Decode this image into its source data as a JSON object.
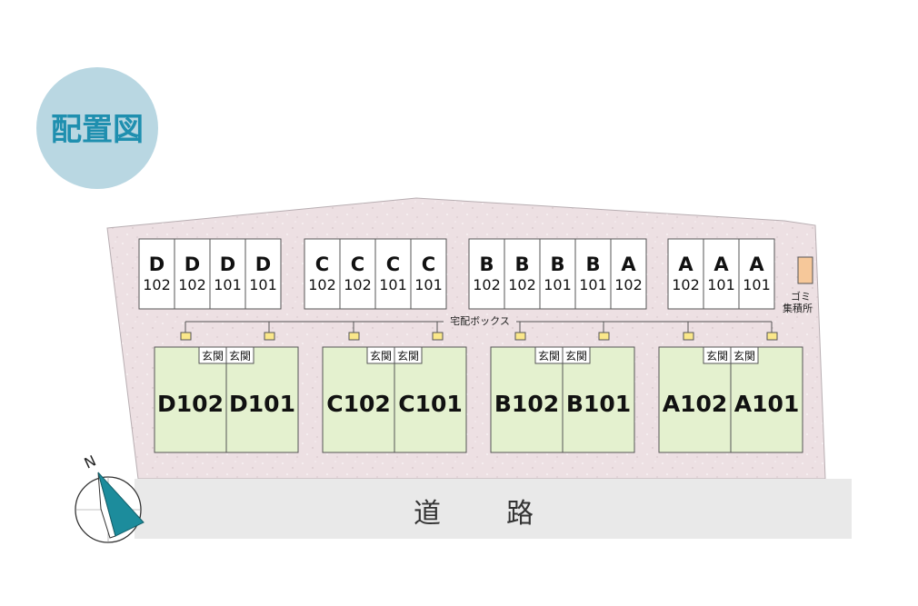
{
  "title": "配置図",
  "road_label": "道　　路",
  "delivery_box_label": "宅配ボックス",
  "garbage_label_line1": "ゴミ",
  "garbage_label_line2": "集積所",
  "entrance_label": "玄関",
  "compass_label": "N",
  "colors": {
    "title_circle": "#b9d7e2",
    "title_text": "#1f8faf",
    "lot": "#ede0e3",
    "road": "#e9e9e9",
    "unit": "#e4f1cf",
    "compass_accent": "#1c8c9c"
  },
  "parking": [
    {
      "letter": "D",
      "number": "102"
    },
    {
      "letter": "D",
      "number": "102"
    },
    {
      "letter": "D",
      "number": "101"
    },
    {
      "letter": "D",
      "number": "101"
    },
    {
      "letter": "C",
      "number": "102"
    },
    {
      "letter": "C",
      "number": "102"
    },
    {
      "letter": "C",
      "number": "101"
    },
    {
      "letter": "C",
      "number": "101"
    },
    {
      "letter": "B",
      "number": "102"
    },
    {
      "letter": "B",
      "number": "102"
    },
    {
      "letter": "B",
      "number": "101"
    },
    {
      "letter": "B",
      "number": "101"
    },
    {
      "letter": "A",
      "number": "102"
    },
    {
      "letter": "A",
      "number": "102"
    },
    {
      "letter": "A",
      "number": "101"
    },
    {
      "letter": "A",
      "number": "101"
    }
  ],
  "units": [
    "D102",
    "D101",
    "C102",
    "C101",
    "B102",
    "B101",
    "A102",
    "A101"
  ]
}
